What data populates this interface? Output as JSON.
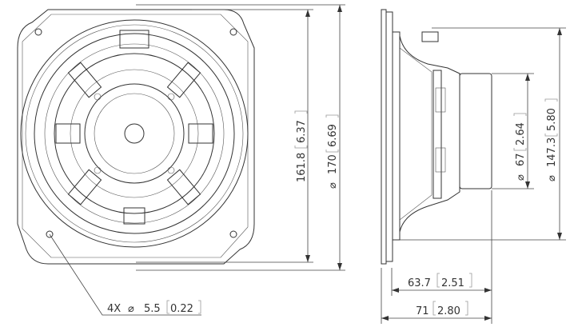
{
  "dimensions": {
    "front_height": {
      "mm": "161.8",
      "in": "6.37"
    },
    "front_diameter": {
      "symbol": "⌀",
      "mm": "170",
      "in": "6.69"
    },
    "magnet_diameter": {
      "symbol": "⌀",
      "mm": "67",
      "in": "2.64"
    },
    "cone_diameter": {
      "symbol": "⌀",
      "mm": "147.3",
      "in": "5.80"
    },
    "depth_inner": {
      "mm": "63.7",
      "in": "2.51"
    },
    "depth_total": {
      "mm": "71",
      "in": "2.80"
    },
    "mounting_holes": {
      "count": "4X",
      "symbol": "⌀",
      "mm": "5.5",
      "in": "0.22"
    }
  }
}
